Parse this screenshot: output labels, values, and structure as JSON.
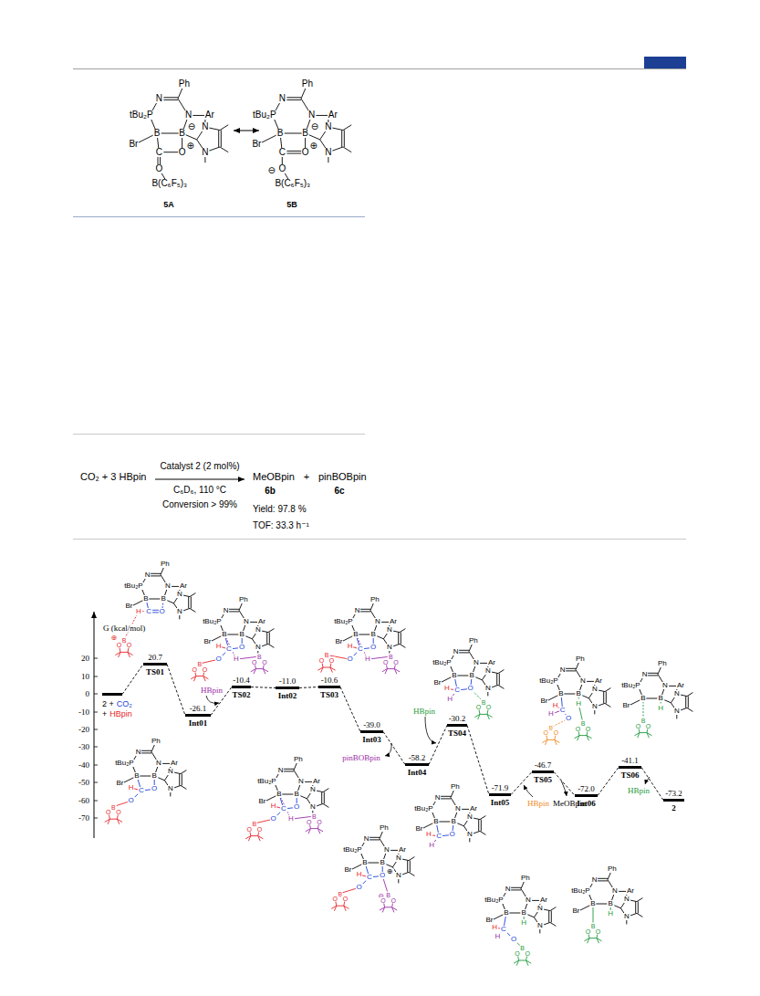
{
  "diagram": {
    "nodes": [
      {
        "text": [
          "2 +",
          "CO₂",
          "+",
          "HBpin"
        ]
      },
      {
        "text": [
          "20.7",
          "TS01"
        ]
      },
      {
        "text": [
          "-26.1",
          "Int01"
        ]
      },
      {
        "text": [
          "-10.4",
          "TS02"
        ]
      },
      {
        "text": [
          "-11.0",
          "Int02"
        ]
      },
      {
        "text": [
          "-10.6",
          "TS03"
        ]
      },
      {
        "text": [
          "-39.0",
          "Int03"
        ]
      },
      {
        "text": [
          "-58.2",
          "Int04"
        ]
      },
      {
        "text": [
          "-30.2",
          "TS04"
        ]
      },
      {
        "text": [
          "-71.9",
          "Int05"
        ]
      },
      {
        "text": [
          "-46.7",
          "TS05"
        ]
      },
      {
        "text": [
          "-72.0",
          "Int06"
        ]
      },
      {
        "text": [
          "-41.1",
          "TS06"
        ]
      },
      {
        "text": [
          "-73.2",
          "2"
        ]
      }
    ],
    "edges": [
      {
        "from": 0,
        "to": 1,
        "arrow": "none"
      },
      {
        "from": 1,
        "to": 2,
        "arrow": "none"
      },
      {
        "from": 2,
        "to": 3,
        "arrow": "none"
      },
      {
        "from": 3,
        "to": 4,
        "arrow": "none"
      },
      {
        "from": 4,
        "to": 5,
        "arrow": "none"
      },
      {
        "from": 5,
        "to": 6,
        "arrow": "none"
      },
      {
        "from": 6,
        "to": 7,
        "arrow": "none"
      },
      {
        "from": 7,
        "to": 8,
        "arrow": "none"
      },
      {
        "from": 8,
        "to": 9,
        "arrow": "none"
      },
      {
        "from": 9,
        "to": 10,
        "arrow": "none"
      },
      {
        "from": 10,
        "to": 11,
        "arrow": "none"
      },
      {
        "from": 11,
        "to": 12,
        "arrow": "none"
      },
      {
        "from": 12,
        "to": 13,
        "arrow": "none"
      }
    ],
    "labels": [
      "5A",
      "5B",
      "CO₂ + 3 HBpin",
      "Catalyst 2 (2 mol%)",
      "C₆D₆, 110 °C",
      "Conversion > 99%",
      "MeOBpin",
      "6b",
      "+",
      "pinBOBpin",
      "6c",
      "Yield: 97.8 %",
      "TOF: 33.3 h⁻¹",
      "G (kcal/mol)",
      "20",
      "10",
      "0",
      "-10",
      "-20",
      "-30",
      "-40",
      "-50",
      "-60",
      "-70",
      "HBpin",
      "pinBOBpin",
      "HBpin",
      "HBpin",
      "MeOBpin",
      "HBpin",
      "Ph",
      "N",
      "tBu₂P",
      "N",
      "Ar",
      "B",
      "B",
      "Br",
      "N",
      "N",
      "C",
      "O",
      "O",
      "B(C₆F₅)₃",
      "⊖",
      "⊕",
      "Ph",
      "N",
      "tBu₂P",
      "N",
      "Ar",
      "B",
      "B",
      "Br",
      "N",
      "N",
      "C",
      "O",
      "O",
      "B(C₆F₅)₃",
      "⊖",
      "⊕",
      "⊖",
      "Ph",
      "N",
      "tBu₂P",
      "N",
      "Ar",
      "B",
      "B",
      "Br",
      "N",
      "N",
      "H",
      "C",
      "O",
      "⊕",
      "B",
      "O",
      "O",
      "Ph",
      "N",
      "tBu₂P",
      "N",
      "Ar",
      "B",
      "B",
      "Br",
      "N",
      "N",
      "H",
      "C",
      "O",
      "O",
      "B",
      "O",
      "O",
      "Ph",
      "N",
      "tBu₂P",
      "N",
      "Ar",
      "B",
      "B",
      "Br",
      "N",
      "N",
      "H",
      "C",
      "O",
      "O",
      "H",
      "B",
      "O",
      "O",
      "B",
      "O",
      "O",
      "Ph",
      "N",
      "tBu₂P",
      "N",
      "Ar",
      "B",
      "B",
      "Br",
      "N",
      "N",
      "H",
      "C",
      "O",
      "O",
      "H",
      "B",
      "O",
      "O",
      "B",
      "O",
      "O",
      "Ph",
      "N",
      "tBu₂P",
      "N",
      "Ar",
      "B",
      "B",
      "Br",
      "N",
      "N",
      "H",
      "C",
      "O",
      "O",
      "H",
      "B",
      "O",
      "O",
      "B",
      "O",
      "O",
      "Ph",
      "N",
      "tBu₂P",
      "N",
      "Ar",
      "B",
      "B",
      "Br",
      "N",
      "N",
      "H",
      "C",
      "O",
      "⊕",
      "O",
      "⊖",
      "B",
      "O",
      "O",
      "B",
      "O",
      "O",
      "Ph",
      "N",
      "tBu₂P",
      "N",
      "Ar",
      "B",
      "B",
      "Br",
      "N",
      "N",
      "H",
      "C",
      "H",
      "O",
      "Ph",
      "N",
      "tBu₂P",
      "N",
      "Ar",
      "B",
      "B",
      "Br",
      "N",
      "N",
      "H",
      "C",
      "H",
      "O",
      "B",
      "O",
      "O",
      "Ph",
      "N",
      "tBu₂P",
      "N",
      "Ar",
      "B",
      "B",
      "Br",
      "N",
      "N",
      "H",
      "C",
      "H",
      "O",
      "H",
      "B",
      "O",
      "O",
      "Ph",
      "N",
      "tBu₂P",
      "N",
      "Ar",
      "B",
      "B",
      "Br",
      "N",
      "N",
      "H",
      "C",
      "H",
      "O",
      "H",
      "B",
      "O",
      "O",
      "B",
      "O",
      "O",
      "Ph",
      "N",
      "tBu₂P",
      "N",
      "Ar",
      "B",
      "B",
      "Br",
      "N",
      "N",
      "H",
      "B",
      "O",
      "O",
      "Ph",
      "N",
      "tBu₂P",
      "N",
      "Ar",
      "B",
      "B",
      "Br",
      "N",
      "N",
      "H",
      "B",
      "O",
      "O"
    ]
  }
}
